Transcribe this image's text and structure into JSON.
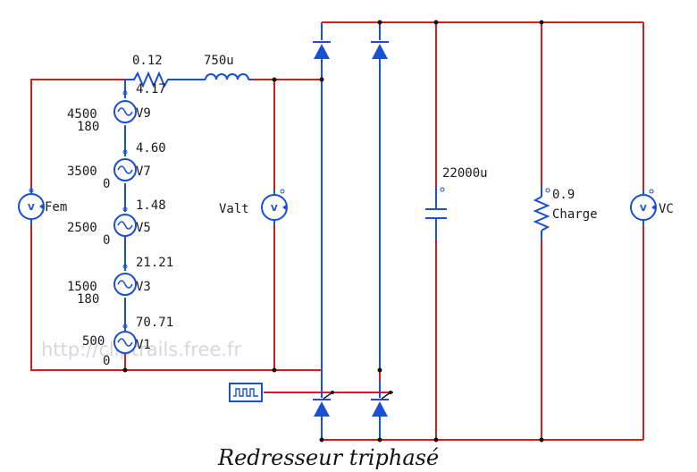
{
  "caption": "Redresseur triphasé",
  "watermark": "http://cliptrails.free.fr",
  "colors": {
    "wire": "#d11f1f",
    "component": "#1a4fd6",
    "text": "#1a1a1a",
    "node": "#111111"
  },
  "resistor_series": {
    "value": "0.12"
  },
  "inductor_series": {
    "value": "750u"
  },
  "sources": [
    {
      "name": "V9",
      "amplitude": "4.17",
      "frequency": "4500",
      "phase": "180"
    },
    {
      "name": "V7",
      "amplitude": "4.60",
      "frequency": "3500",
      "phase": "0"
    },
    {
      "name": "V5",
      "amplitude": "1.48",
      "frequency": "2500",
      "phase": "0"
    },
    {
      "name": "V3",
      "amplitude": "21.21",
      "frequency": "1500",
      "phase": "180"
    },
    {
      "name": "V1",
      "amplitude": "70.71",
      "frequency": "500",
      "phase": "0"
    }
  ],
  "voltmeters": {
    "fem": {
      "name": "Fem",
      "symbol": "V"
    },
    "valt": {
      "name": "Valt",
      "symbol": "V"
    },
    "vc": {
      "name": "VC",
      "symbol": "V"
    }
  },
  "capacitor": {
    "value": "22000u"
  },
  "load": {
    "value": "0.9",
    "name": "Charge"
  },
  "bridge": {
    "diode_count": 2,
    "thyristor_count": 2
  },
  "gate_driver": {
    "icon": "pulse-generator-icon"
  }
}
